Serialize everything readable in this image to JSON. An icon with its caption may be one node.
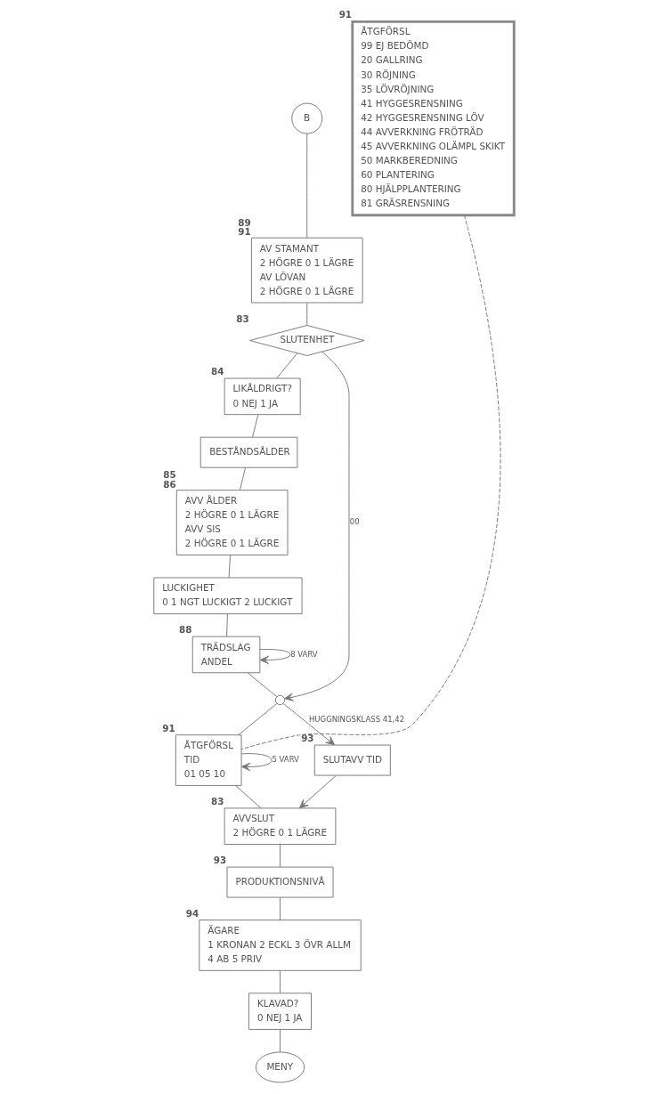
{
  "diagram": {
    "nodes": [
      {
        "text": [
          "B"
        ]
      },
      {
        "text": [
          "AV STAMANT",
          "2 HÖGRE 0 1 LÄGRE",
          "AV LÖVAN",
          "2 HÖGRE 0 1 LÄGRE"
        ],
        "beside": [
          "89",
          "91"
        ]
      },
      {
        "text": [
          "SLUTENHET"
        ],
        "beside": [
          "83"
        ]
      },
      {
        "text": [
          "LIKÅLDRIGT?",
          "0 NEJ 1 JA"
        ],
        "beside": [
          "84"
        ]
      },
      {
        "text": [
          "BESTÅNDSÅLDER"
        ]
      },
      {
        "text": [
          "AVV ÅLDER",
          "2 HÖGRE 0 1 LÄGRE",
          "AVV SIS",
          "2 HÖGRE 0 1 LÄGRE"
        ],
        "beside": [
          "85",
          "86"
        ]
      },
      {
        "text": [
          "LUCKIGHET",
          "0 1 NGT LUCKIGT 2 LUCKIGT"
        ]
      },
      {
        "text": [
          "TRÄDSLAG",
          "ANDEL"
        ],
        "beside": [
          "88"
        ]
      },
      {
        "text": [],
        "shape": "circle"
      },
      {
        "text": [
          "ÅTGFÖRSL",
          "TID",
          "01 05 10"
        ],
        "beside": [
          "91"
        ]
      },
      {
        "text": [
          "SLUTAVV TID"
        ],
        "beside": [
          "93"
        ]
      },
      {
        "text": [
          "AVVSLUT",
          "2 HÖGRE 0 1 LÄGRE"
        ],
        "beside": [
          "83"
        ]
      },
      {
        "text": [
          "PRODUKTIONSNIVÅ"
        ],
        "beside": [
          "93"
        ]
      },
      {
        "text": [
          "ÄGARE",
          "1 KRONAN 2 ECKL 3 ÖVR ALLM",
          "4 AB 5 PRIV"
        ],
        "beside": [
          "94"
        ]
      },
      {
        "text": [
          "KLAVAD?",
          "0 NEJ 1 JA"
        ]
      },
      {
        "text": [
          "MENY"
        ]
      },
      {
        "text": [
          "ÅTGFÖRSL",
          "99 EJ BEDÖMD",
          "20 GALLRING",
          "30 RÖJNING",
          "35 LÖVRÖJNING",
          "41 HYGGESRENSNING",
          "42 HYGGESRENSNING LÖV",
          "44 AVVERKNING FRÖTRÄD",
          "45 AVVERKNING OLÄMPL SKIKT",
          "50 MARKBEREDNING",
          "60 PLANTERING",
          "80 HJÄLPPLANTERING",
          "81 GRÄSRENSNING"
        ],
        "beside": [
          "91"
        ]
      }
    ],
    "edges": [
      {
        "from": 0,
        "to": 1,
        "arrow": "none"
      },
      {
        "from": 1,
        "to": 2,
        "arrow": "none"
      },
      {
        "from": 2,
        "to": 3,
        "arrow": "none"
      },
      {
        "from": 2,
        "to": 8,
        "arrow": "to",
        "label": "00"
      },
      {
        "from": 3,
        "to": 4,
        "arrow": "none"
      },
      {
        "from": 4,
        "to": 5,
        "arrow": "none"
      },
      {
        "from": 5,
        "to": 6,
        "arrow": "none"
      },
      {
        "from": 6,
        "to": 7,
        "arrow": "none"
      },
      {
        "from": 7,
        "to": 7,
        "arrow": "to",
        "label": "8 VARV"
      },
      {
        "from": 7,
        "to": 8,
        "arrow": "none"
      },
      {
        "from": 8,
        "to": 9,
        "arrow": "none"
      },
      {
        "from": 8,
        "to": 10,
        "arrow": "to",
        "label": "HUGGNINGSKLASS 41,42"
      },
      {
        "from": 9,
        "to": 9,
        "arrow": "to",
        "label": "5 VARV"
      },
      {
        "from": 9,
        "to": 11,
        "arrow": "none"
      },
      {
        "from": 10,
        "to": 11,
        "arrow": "to"
      },
      {
        "from": 11,
        "to": 12,
        "arrow": "none"
      },
      {
        "from": 12,
        "to": 13,
        "arrow": "none"
      },
      {
        "from": 13,
        "to": 14,
        "arrow": "none"
      },
      {
        "from": 14,
        "to": 15,
        "arrow": "none"
      },
      {
        "from": 16,
        "to": 9,
        "arrow": "none",
        "style": "dashed"
      }
    ]
  }
}
